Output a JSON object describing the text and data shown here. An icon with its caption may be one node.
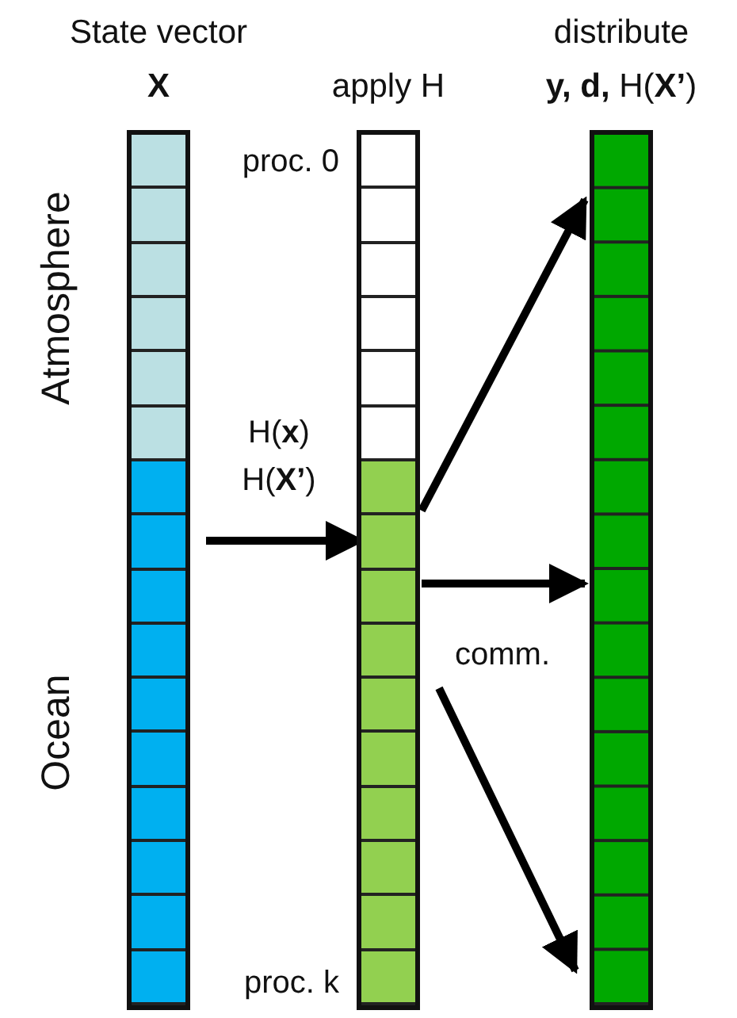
{
  "diagram": {
    "nodes": [
      {
        "text": [
          "State vector",
          "X"
        ]
      },
      {
        "text": [
          "Atmosphere"
        ],
        "in": 0
      },
      {
        "text": [
          "Ocean"
        ],
        "in": 0
      },
      {
        "text": [
          "apply H"
        ]
      },
      {
        "text": [],
        "shape": "bar",
        "in": 3,
        "beside": [
          "proc. 0"
        ]
      },
      {
        "text": [],
        "shape": "bar",
        "in": 3,
        "beside": [
          "proc. k"
        ]
      },
      {
        "text": [
          "distribute",
          "**y, d,** H(**X’**)"
        ]
      }
    ],
    "edges": [
      {
        "from": 2,
        "to": 5,
        "arrow": "to",
        "label": "H(**x**) H(**X’**)"
      },
      {
        "from": 5,
        "to": 6,
        "arrow": "to"
      },
      {
        "from": 5,
        "to": 6,
        "arrow": "to"
      },
      {
        "from": 5,
        "to": 6,
        "arrow": "to",
        "label": "comm."
      }
    ]
  }
}
